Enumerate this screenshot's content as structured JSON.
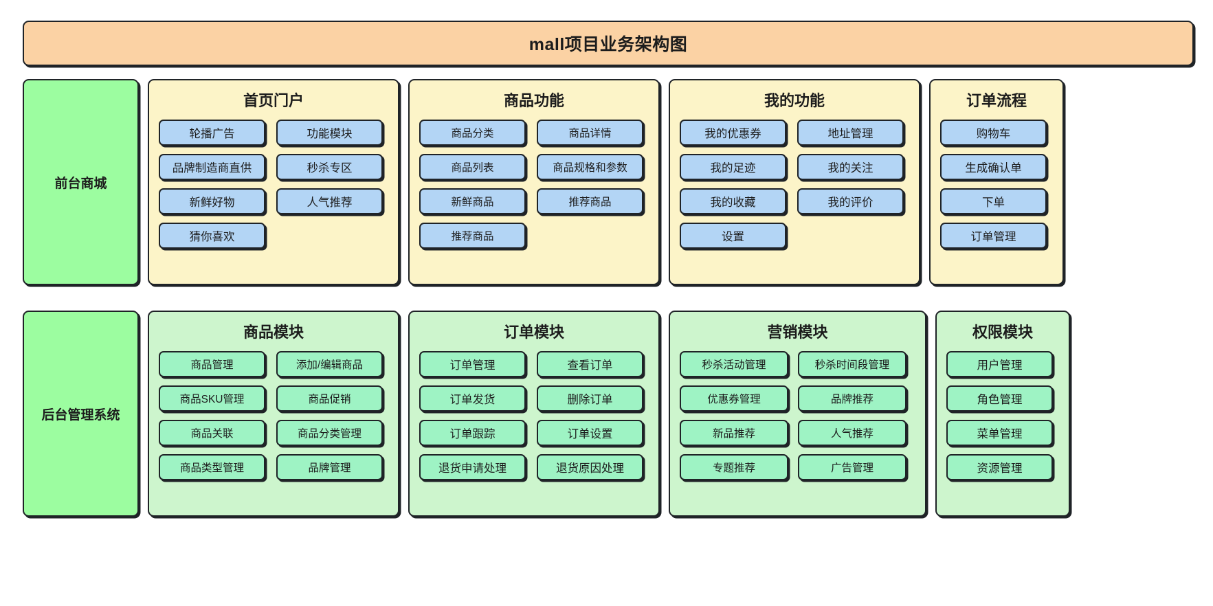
{
  "title": "mall项目业务架构图",
  "rows": [
    {
      "side_label": "前台商城",
      "side_color": "#9cfda0",
      "panels": [
        {
          "title": "首页门户",
          "items": [
            "轮播广告",
            "功能模块",
            "品牌制造商直供",
            "秒杀专区",
            "新鲜好物",
            "人气推荐",
            "猜你喜欢"
          ]
        },
        {
          "title": "商品功能",
          "items": [
            "商品分类",
            "商品详情",
            "商品列表",
            "商品规格和参数",
            "新鲜商品",
            "推荐商品",
            "推荐商品"
          ]
        },
        {
          "title": "我的功能",
          "items": [
            "我的优惠券",
            "地址管理",
            "我的足迹",
            "我的关注",
            "我的收藏",
            "我的评价",
            "设置"
          ]
        },
        {
          "title": "订单流程",
          "items": [
            "购物车",
            "生成确认单",
            "下单",
            "订单管理"
          ]
        }
      ]
    },
    {
      "side_label": "后台管理系统",
      "side_color": "#9cfda0",
      "panels": [
        {
          "title": "商品模块",
          "items": [
            "商品管理",
            "添加/编辑商品",
            "商品SKU管理",
            "商品促销",
            "商品关联",
            "商品分类管理",
            "商品类型管理",
            "品牌管理"
          ]
        },
        {
          "title": "订单模块",
          "items": [
            "订单管理",
            "查看订单",
            "订单发货",
            "删除订单",
            "订单跟踪",
            "订单设置",
            "退货申请处理",
            "退货原因处理"
          ]
        },
        {
          "title": "营销模块",
          "items": [
            "秒杀活动管理",
            "秒杀时间段管理",
            "优惠券管理",
            "品牌推荐",
            "新品推荐",
            "人气推荐",
            "专题推荐",
            "广告管理"
          ]
        },
        {
          "title": "权限模块",
          "items": [
            "用户管理",
            "角色管理",
            "菜单管理",
            "资源管理"
          ]
        }
      ]
    }
  ],
  "colors": {
    "banner_bg": "#fbd2a4",
    "side_bg": "#9cfda0",
    "panel_front_bg": "#fcf4c8",
    "panel_back_bg": "#cdf5cd",
    "chip_front_bg": "#b3d5f5",
    "chip_back_bg": "#9ef3c4",
    "stroke": "#1f2327"
  }
}
